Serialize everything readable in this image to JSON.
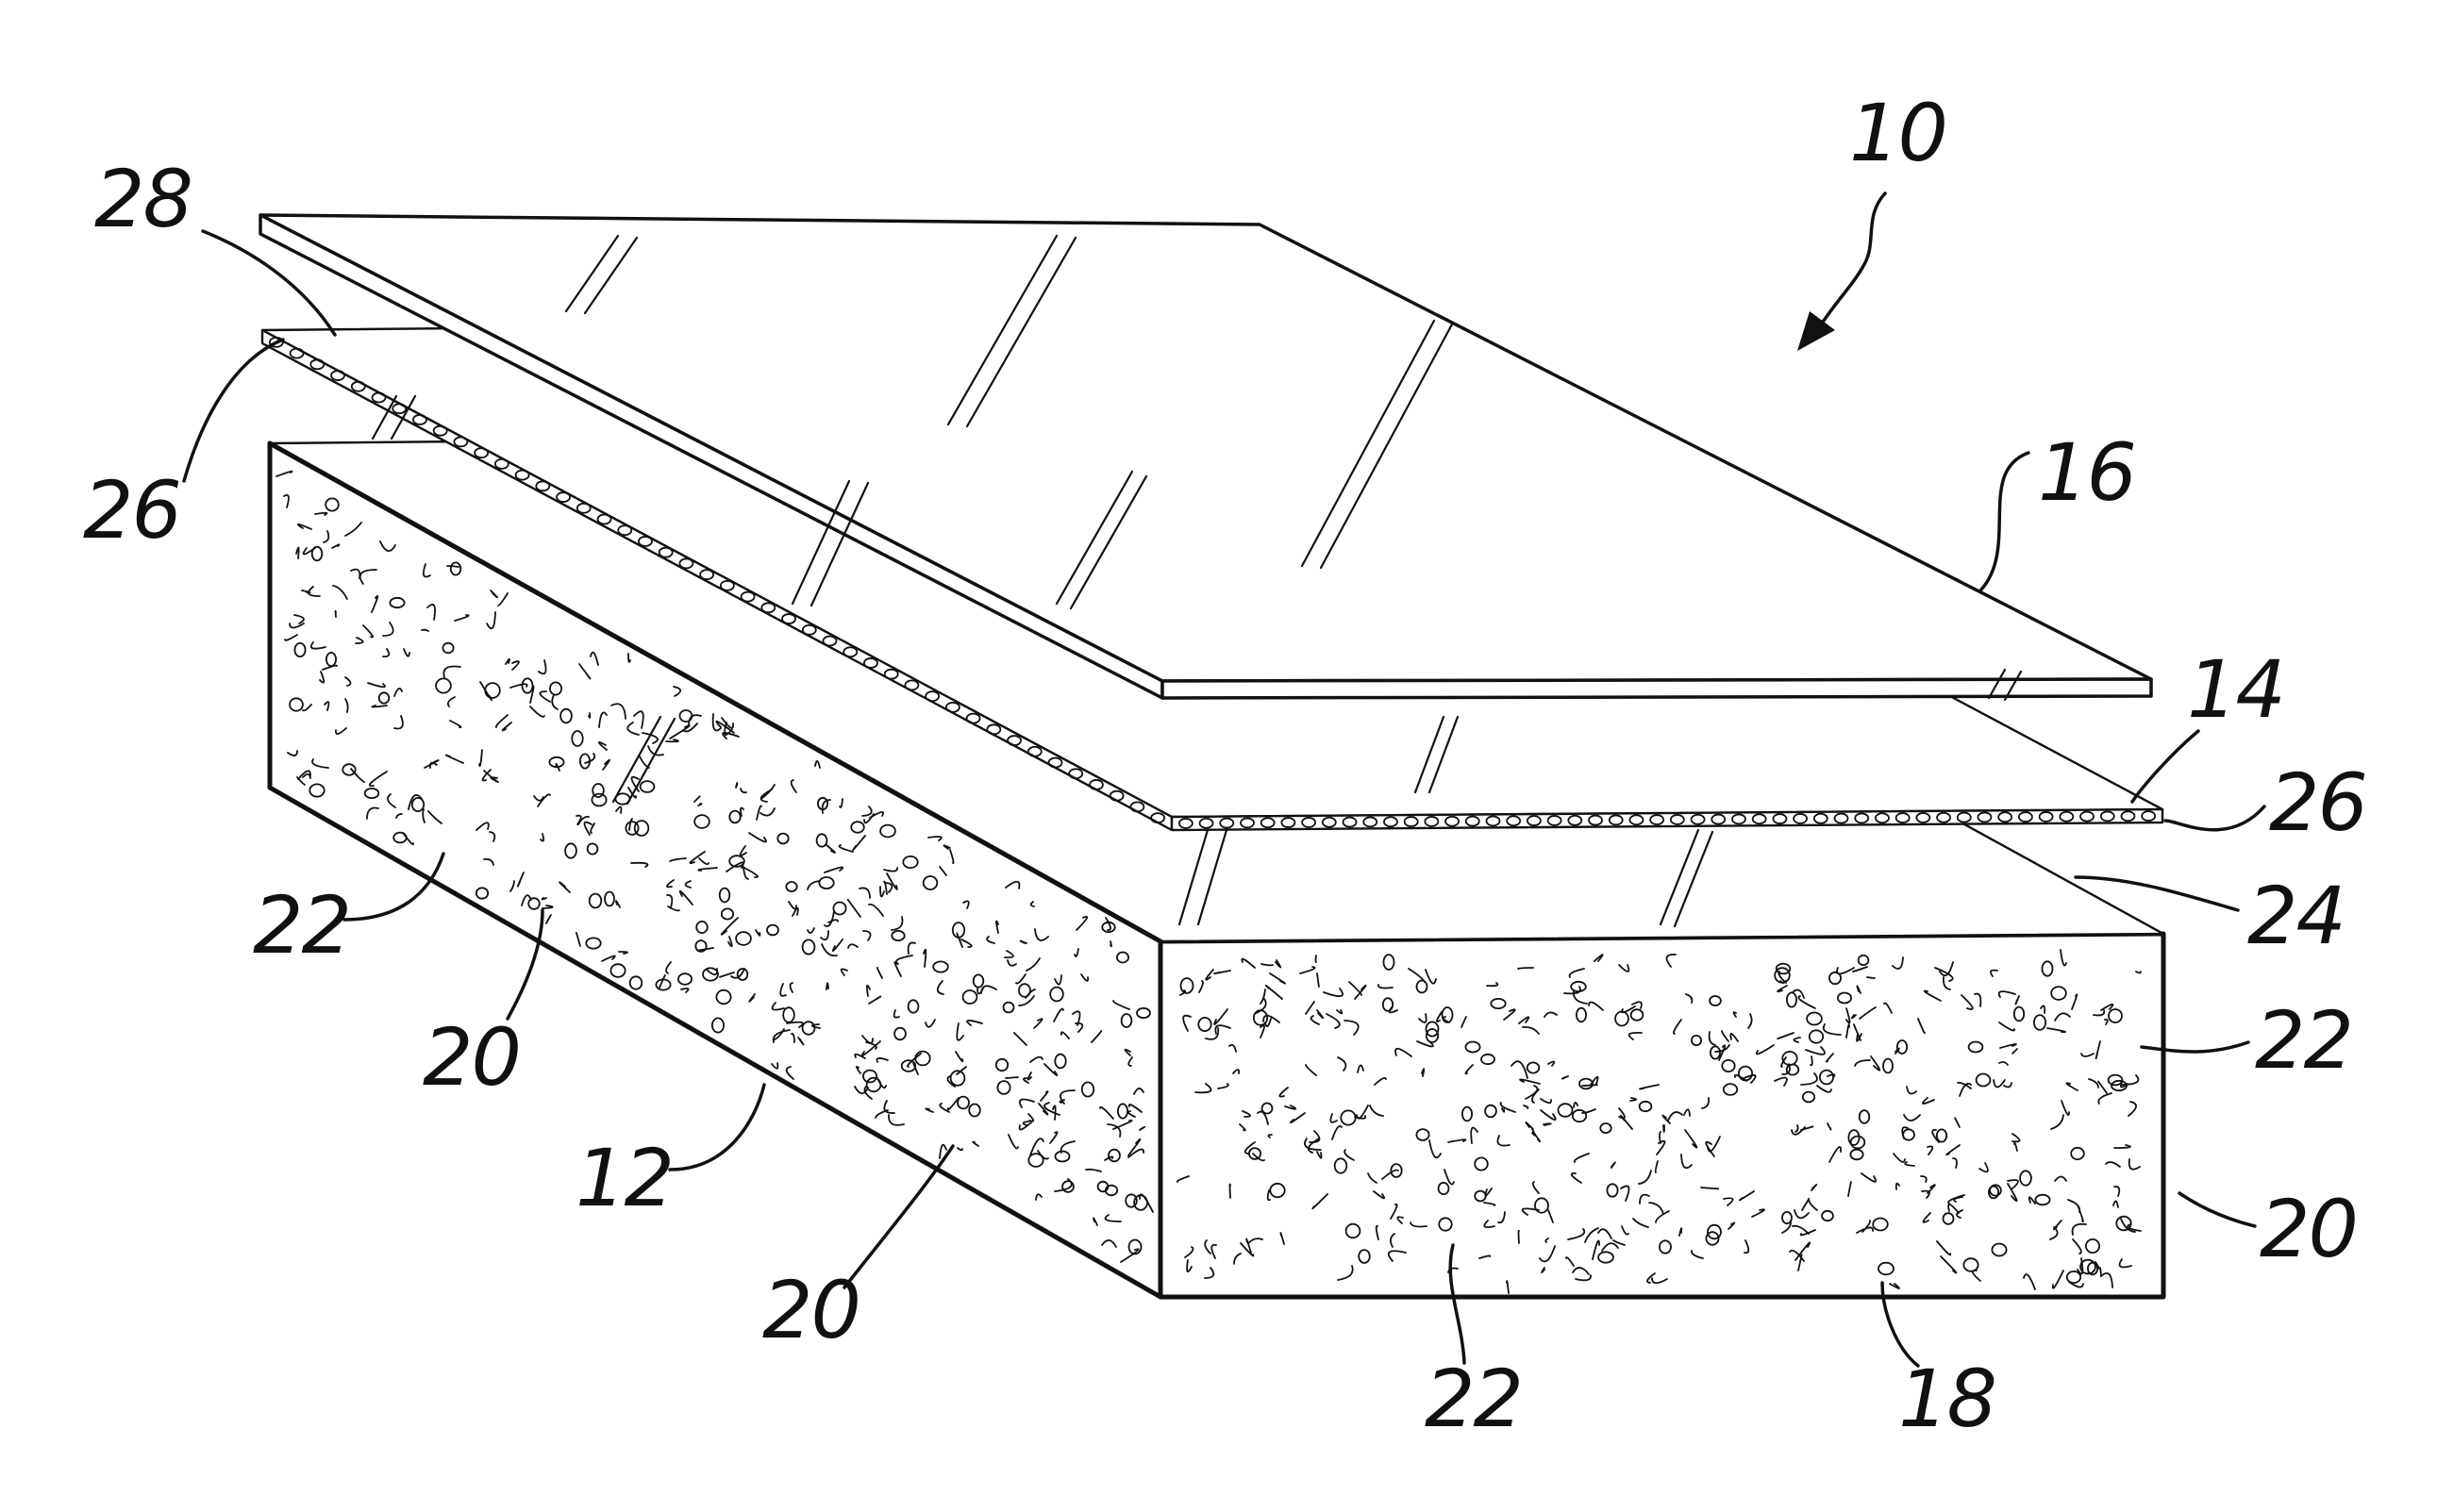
{
  "labels": {
    "assembly": "10",
    "block_side": "12",
    "middle_sheet": "14",
    "top_sheet": "16",
    "block_front": "18",
    "pore_left": "20",
    "pore_bottom": "20",
    "pore_right": "20",
    "fiber_left": "22",
    "fiber_right": "22",
    "fiber_bottom": "22",
    "top_surface": "24",
    "dots_left": "26",
    "dots_right": "26",
    "sheet_edge": "28"
  }
}
